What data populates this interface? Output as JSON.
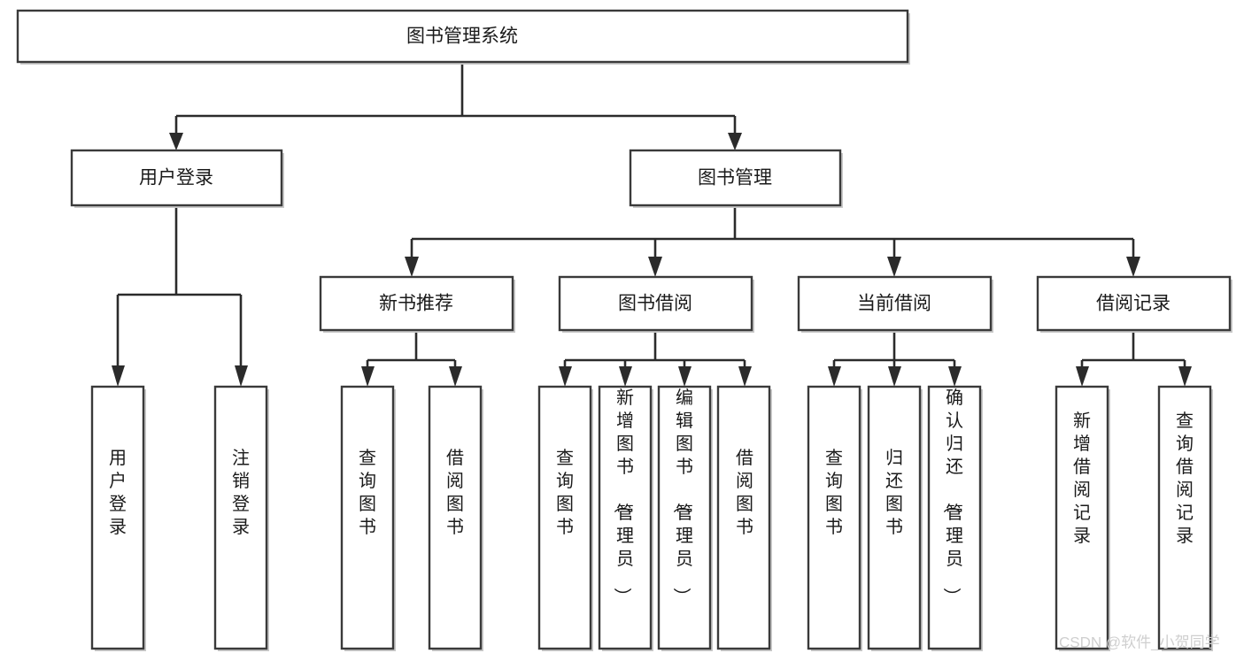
{
  "diagram": {
    "title": "图书管理系统",
    "type": "tree-hierarchy-diagram",
    "colors": {
      "box_border": "#3a3a3a",
      "box_fill": "#ffffff",
      "connector": "#2b2b2b",
      "text": "#1a1a1a",
      "watermark": "#cfcfcf",
      "background": "#ffffff"
    },
    "root": {
      "label": "图书管理系统"
    },
    "level2": [
      {
        "label": "用户登录"
      },
      {
        "label": "图书管理"
      }
    ],
    "level3": [
      {
        "label": "新书推荐"
      },
      {
        "label": "图书借阅"
      },
      {
        "label": "当前借阅"
      },
      {
        "label": "借阅记录"
      }
    ],
    "leaves": {
      "user_login": [
        {
          "label": "用户登录"
        },
        {
          "label": "注销登录"
        }
      ],
      "new_book_recommend": [
        {
          "label": "查询图书"
        },
        {
          "label": "借阅图书"
        }
      ],
      "book_borrow": [
        {
          "label": "查询图书"
        },
        {
          "label": "新增图书（管理员）"
        },
        {
          "label": "编辑图书（管理员）"
        },
        {
          "label": "借阅图书"
        }
      ],
      "current_borrow": [
        {
          "label": "查询图书"
        },
        {
          "label": "归还图书"
        },
        {
          "label": "确认归还（管理员）"
        }
      ],
      "borrow_record": [
        {
          "label": "新增借阅记录"
        },
        {
          "label": "查询借阅记录"
        }
      ]
    },
    "watermark": "CSDN @软件_小贺同学"
  }
}
